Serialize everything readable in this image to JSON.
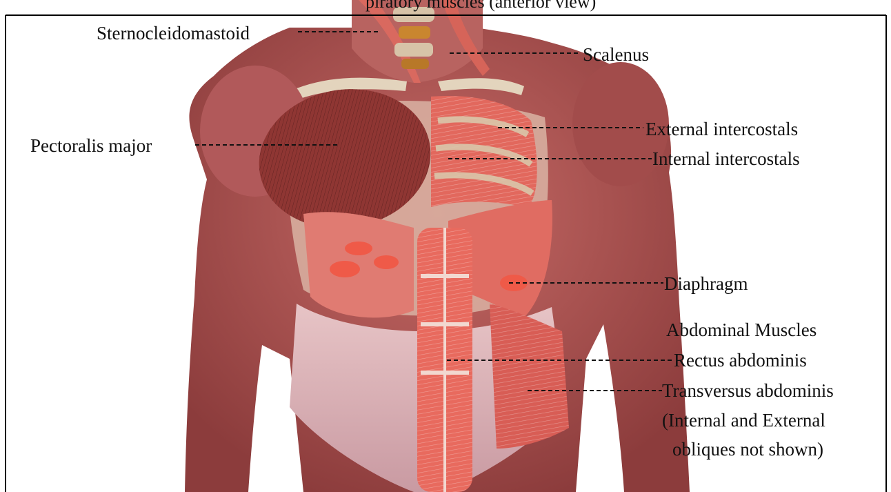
{
  "header_fragment": "piratory muscles (anterior view)",
  "labels": {
    "sternocleidomastoid": "Sternocleidomastoid",
    "scalenus": "Scalenus",
    "pectoralis_major": "Pectoralis major",
    "external_intercostals": "External intercostals",
    "internal_intercostals": "Internal intercostals",
    "diaphragm": "Diaphragm",
    "abdominal_muscles_heading": "Abdominal Muscles",
    "rectus_abdominis": "Rectus abdominis",
    "transversus_abdominis": "Transversus abdominis",
    "obliques_note_line1": "(Internal and External",
    "obliques_note_line2": "obliques not shown)"
  },
  "colors": {
    "skin_muscle": "#b85a58",
    "muscle_dark": "#8e3a37",
    "fiber_red": "#e8584c",
    "bone": "#e0cfb7",
    "pelvis": "#eed6d6",
    "leader_line": "#111111"
  }
}
